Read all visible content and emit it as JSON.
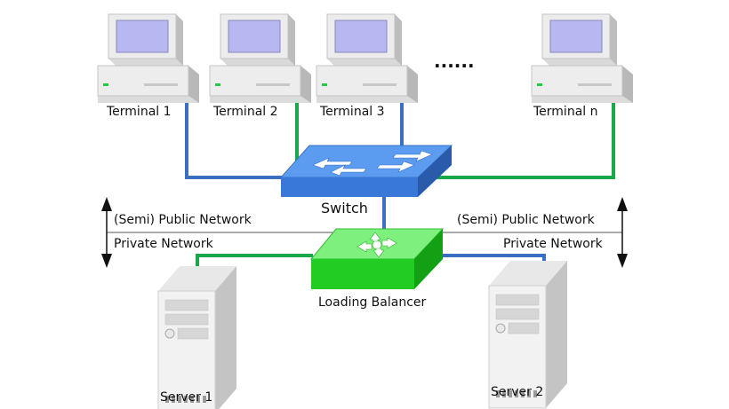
{
  "terminals": [
    {
      "label": "Terminal 1"
    },
    {
      "label": "Terminal 2"
    },
    {
      "label": "Terminal 3"
    },
    {
      "label": "Terminal n"
    }
  ],
  "ellipsis": "......",
  "switch": {
    "label": "Switch"
  },
  "balancer": {
    "label": "Loading Balancer"
  },
  "networks": {
    "left_public": "(Semi) Public Network",
    "left_private": "Private Network",
    "right_public": "(Semi) Public Network",
    "right_private": "Private Network"
  },
  "servers": [
    {
      "label": "Server 1"
    },
    {
      "label": "Server 2"
    }
  ],
  "colors": {
    "blue_link": "#3a6fc4",
    "green_link": "#1aa84a",
    "switch_top": "#5b9bf0",
    "switch_front": "#3a78d8",
    "balancer_top": "#7ef07e",
    "balancer_front": "#22cc22",
    "screen": "#b7b7f2"
  }
}
